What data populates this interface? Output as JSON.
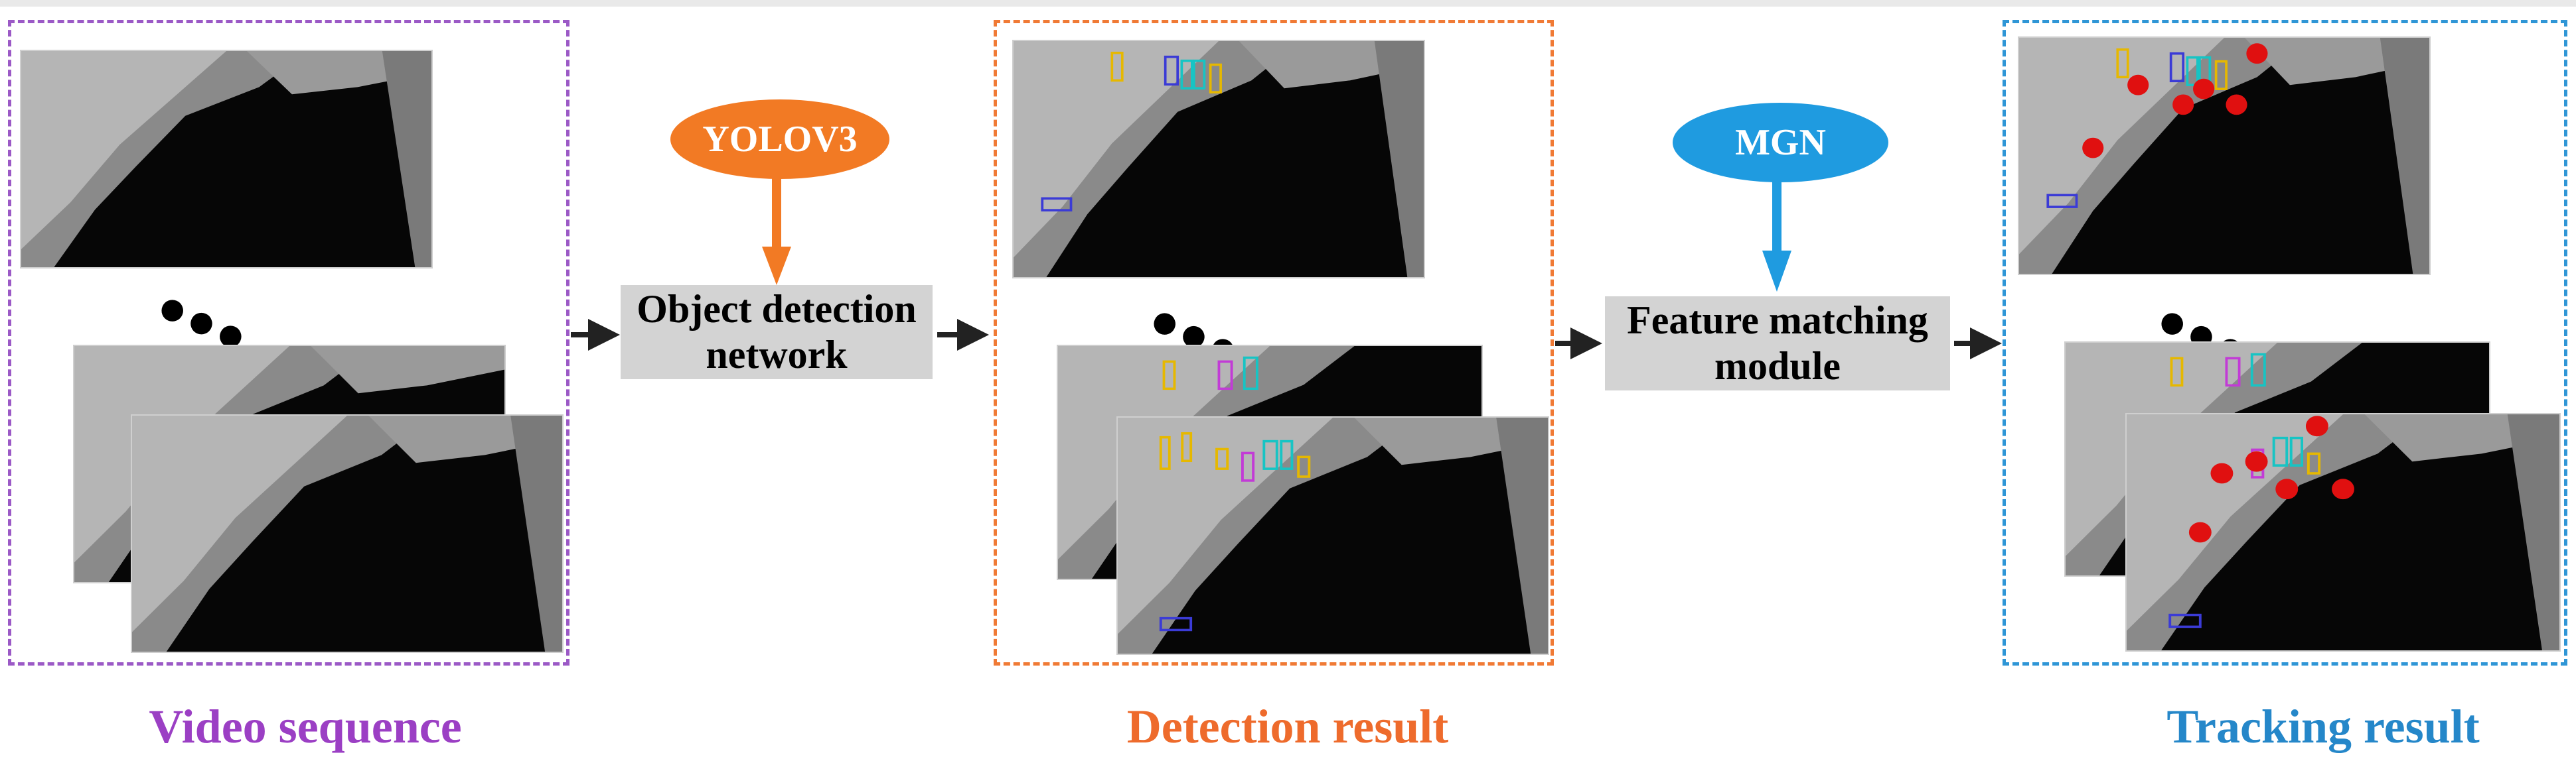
{
  "captions": {
    "video": "Video sequence",
    "detection": "Detection result",
    "tracking": "Tracking result"
  },
  "models": {
    "yolo": "YOLOV3",
    "mgn": "MGN"
  },
  "modules": {
    "detection_line1": "Object detection",
    "detection_line2": "network",
    "matching_line1": "Feature matching",
    "matching_line2": "module"
  },
  "ellipsis": "•••",
  "colors": {
    "video_panel": "#9b59c6",
    "detection_panel": "#f07a35",
    "tracking_panel": "#2f96d6",
    "yolo": "#f27a24",
    "mgn": "#1f9be0",
    "module_box": "#d3d3d3"
  }
}
